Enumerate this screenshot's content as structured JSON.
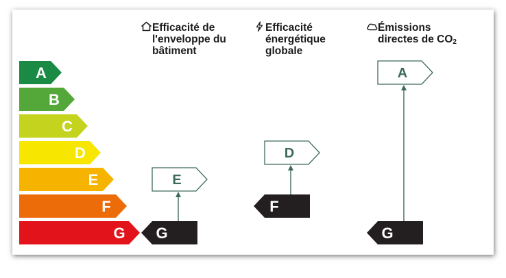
{
  "scale": {
    "classes": [
      {
        "letter": "A",
        "color": "#1a8a44"
      },
      {
        "letter": "B",
        "color": "#54a839"
      },
      {
        "letter": "C",
        "color": "#c4d31e"
      },
      {
        "letter": "D",
        "color": "#f7e600"
      },
      {
        "letter": "E",
        "color": "#f6b300"
      },
      {
        "letter": "F",
        "color": "#ec6c0a"
      },
      {
        "letter": "G",
        "color": "#e3131b"
      }
    ]
  },
  "columns": [
    {
      "icon": "house-icon",
      "title_lines": [
        "Efficacité de",
        "l'enveloppe du",
        "bâtiment"
      ],
      "current_class": "G",
      "target_class": "E"
    },
    {
      "icon": "lightning-icon",
      "title_lines": [
        "Efficacité",
        "énergétique",
        "globale"
      ],
      "current_class": "F",
      "target_class": "D"
    },
    {
      "icon": "cloud-icon",
      "title_lines": [
        "Émissions",
        "directes de CO"
      ],
      "title_subscript": "2",
      "current_class": "G",
      "target_class": "A"
    }
  ],
  "colors": {
    "marker_dark": "#231f20",
    "target_border": "#3d6b57",
    "target_text": "#3d6b57",
    "arrow": "#3d6b57"
  }
}
